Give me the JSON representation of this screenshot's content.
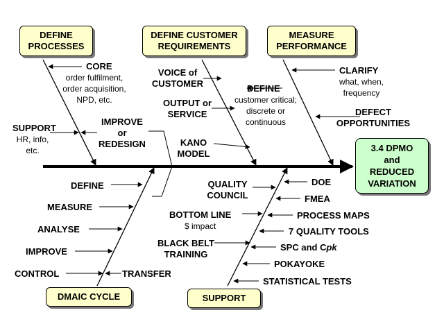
{
  "categories": {
    "define_processes": "DEFINE\nPROCESSES",
    "define_customer_requirements": "DEFINE CUSTOMER\nREQUIREMENTS",
    "measure_performance": "MEASURE\nPERFORMANCE",
    "dmaic_cycle": "DMAIC CYCLE",
    "support": "SUPPORT"
  },
  "effect": "3.4 DPMO\nand\nREDUCED\nVARIATION",
  "define_processes": {
    "core_label": "CORE",
    "core_detail": "order fulfilment,\norder acquisition,\nNPD, etc.",
    "support_label": "SUPPORT",
    "support_detail": "HR, info,\netc.",
    "improve_label": "IMPROVE\nor\nREDESIGN"
  },
  "define_customer_requirements": {
    "voice_label": "VOICE of\nCUSTOMER",
    "output_label": "OUTPUT or\nSERVICE",
    "define_label": "DEFINE",
    "define_detail": "customer critical;\ndiscrete or\ncontinuous",
    "kano_label": "KANO\nMODEL"
  },
  "measure_performance": {
    "clarify_label": "CLARIFY",
    "clarify_detail": "what, when,\nfrequency",
    "defect_label": "DEFECT\nOPPORTUNITIES"
  },
  "dmaic": {
    "define": "DEFINE",
    "measure": "MEASURE",
    "analyse": "ANALYSE",
    "improve": "IMPROVE",
    "control": "CONTROL",
    "transfer": "TRANSFER"
  },
  "support": {
    "quality_council": "QUALITY\nCOUNCIL",
    "bottom_line": "BOTTOM LINE",
    "bottom_line_detail": "$ impact",
    "black_belt": "BLACK BELT\nTRAINING",
    "doe": "DOE",
    "fmea": "FMEA",
    "process_maps": "PROCESS MAPS",
    "quality_tools": "7 QUALITY TOOLS",
    "spc_prefix": "SPC and C",
    "spc_italic": "pk",
    "pokayoke": "POKAYOKE",
    "statistical_tests": "STATISTICAL TESTS"
  }
}
